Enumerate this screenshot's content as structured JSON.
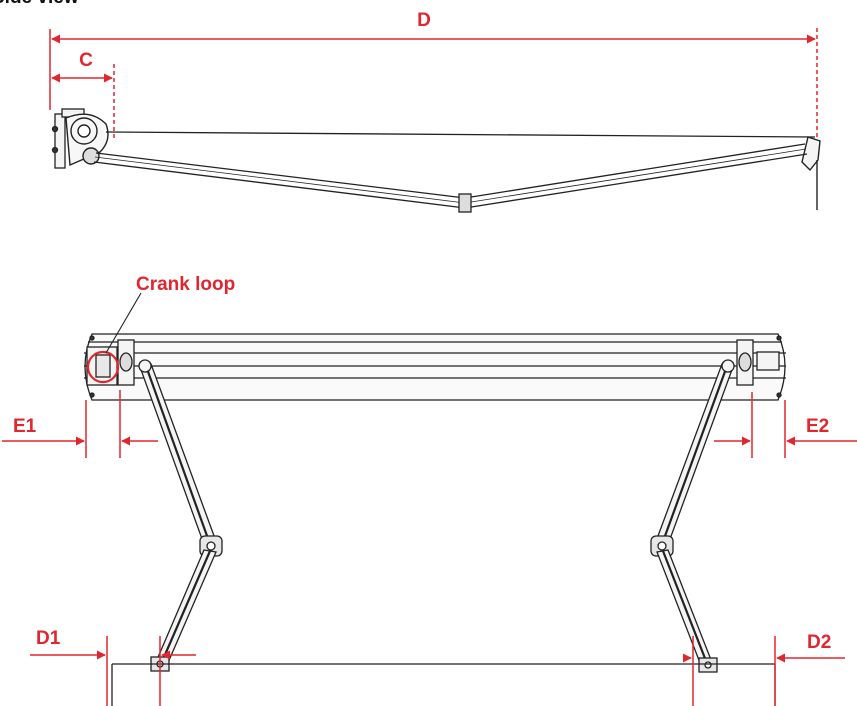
{
  "page_title": "Side view",
  "labels": {
    "d": "D",
    "c": "C",
    "crank_loop": "Crank loop",
    "e1": "E1",
    "e2": "E2",
    "d1": "D1",
    "d2": "D2"
  },
  "colors": {
    "dimension": "#e0262f",
    "line": "#222222",
    "frame_fill": "#f4f4f4"
  }
}
